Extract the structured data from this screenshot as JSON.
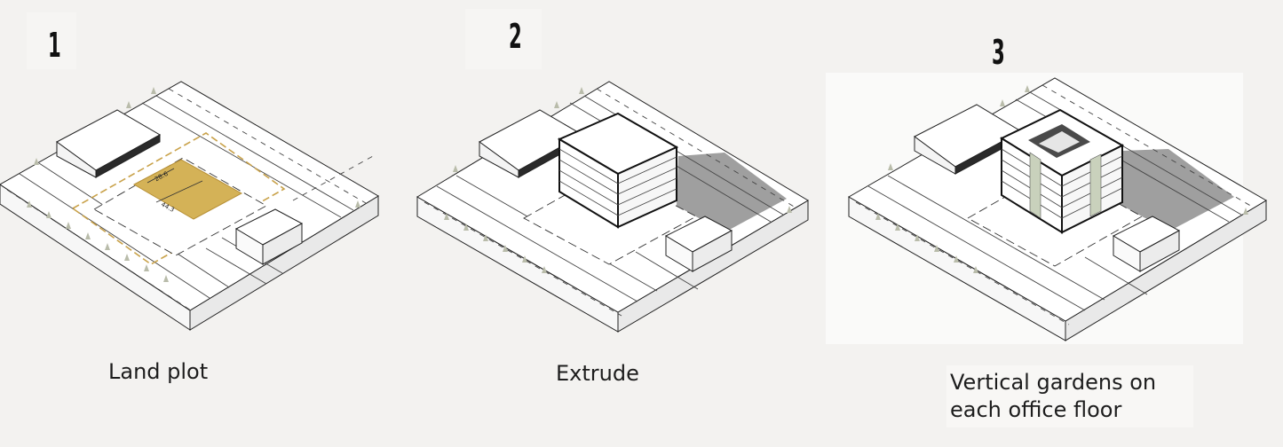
{
  "steps": [
    {
      "number": "1",
      "caption": "Land plot",
      "dim_a": "28.6",
      "dim_b": "44.3"
    },
    {
      "number": "2",
      "caption": "Extrude"
    },
    {
      "number": "3",
      "caption": "Vertical gardens on\n each office floor"
    }
  ],
  "colors": {
    "background": "#f3f2f0",
    "plot_fill": "#d4b257",
    "plot_boundary": "#c9a24a",
    "garden": "#c9d1bc",
    "shadow": "#8e8e8e",
    "tree": "#b9bcaa"
  },
  "icons": [
    "tree-icon"
  ]
}
